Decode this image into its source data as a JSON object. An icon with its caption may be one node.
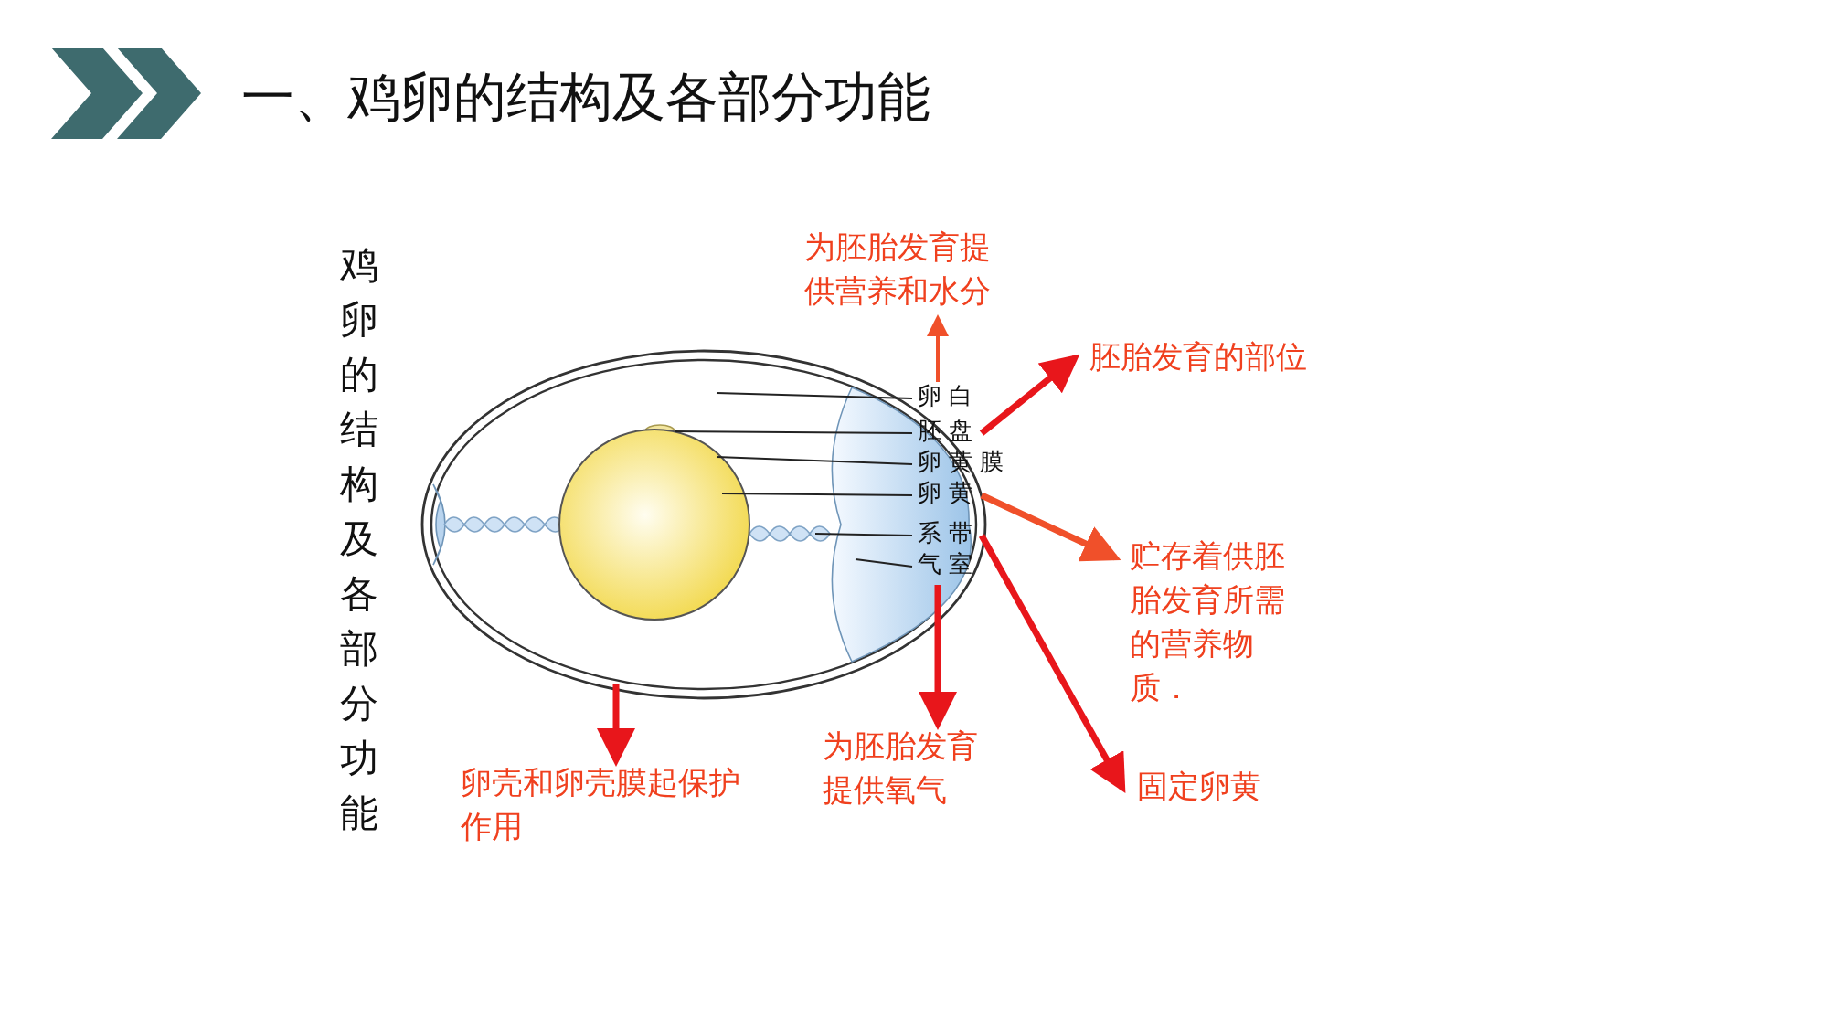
{
  "diagram": {
    "title": "一、鸡卵的结构及各部分功能",
    "nodes": [
      {
        "text": [
          "卵白"
        ]
      },
      {
        "text": [
          "胚盘"
        ]
      },
      {
        "text": [
          "卵黄膜"
        ]
      },
      {
        "text": [
          "卵黄"
        ]
      },
      {
        "text": [
          "系带"
        ]
      },
      {
        "text": [
          "气室"
        ]
      },
      {
        "text": [
          "为胚胎发育提供营养和水分"
        ]
      },
      {
        "text": [
          "胚胎发育的部位"
        ]
      },
      {
        "text": [
          "贮存着供胚胎发育所需的营养物质．"
        ]
      },
      {
        "text": [
          "为胚胎发育提供氧气"
        ]
      },
      {
        "text": [
          "固定卵黄"
        ]
      },
      {
        "text": [
          "卵壳和卵壳膜起保护作用"
        ]
      }
    ],
    "edges": [
      {
        "from": 0,
        "to": null,
        "arrow": "none"
      },
      {
        "from": 1,
        "to": null,
        "arrow": "none"
      },
      {
        "from": 2,
        "to": null,
        "arrow": "none"
      },
      {
        "from": 3,
        "to": null,
        "arrow": "none"
      },
      {
        "from": 4,
        "to": null,
        "arrow": "none"
      },
      {
        "from": 5,
        "to": null,
        "arrow": "none"
      },
      {
        "from": 0,
        "to": 6,
        "arrow": "to",
        "color": "#f0502a"
      },
      {
        "from": 1,
        "to": 7,
        "arrow": "to",
        "style": "thick",
        "color": "#e8161b"
      },
      {
        "from": 3,
        "to": 8,
        "arrow": "to",
        "style": "thick",
        "color": "#f0502a"
      },
      {
        "from": 5,
        "to": 9,
        "arrow": "to",
        "style": "thick",
        "color": "#e8161b"
      },
      {
        "from": 4,
        "to": 10,
        "arrow": "to",
        "style": "thick",
        "color": "#e8161b"
      },
      {
        "from": null,
        "to": 11,
        "arrow": "to",
        "style": "thick",
        "color": "#e8161b"
      }
    ],
    "labels": [
      "鸡卵的结构及各部分功能"
    ]
  }
}
